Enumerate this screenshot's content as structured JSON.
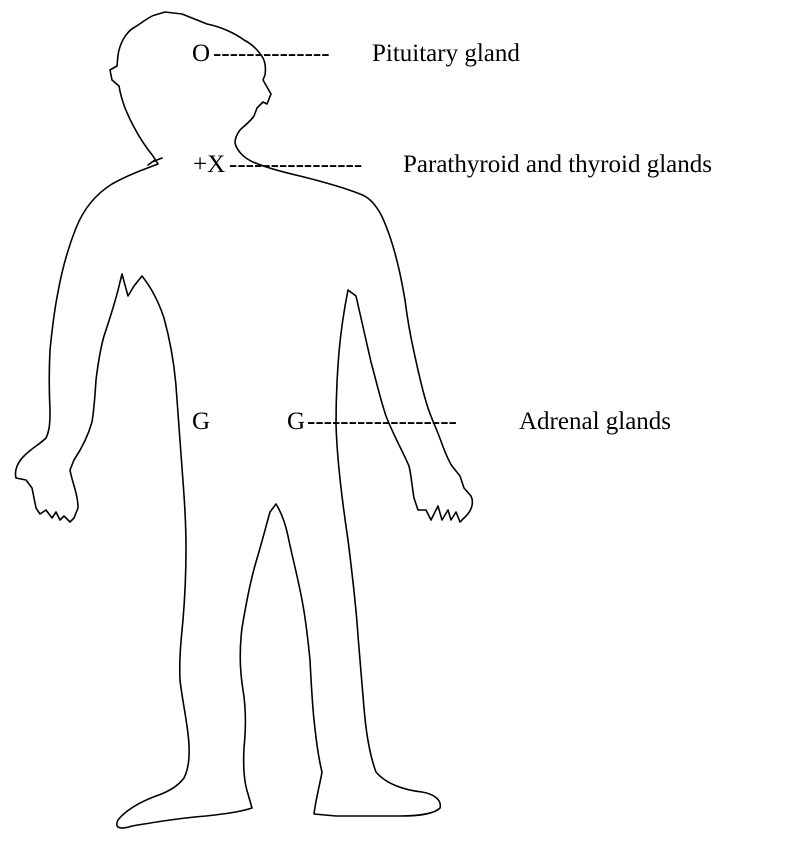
{
  "markers": {
    "pituitary": "O",
    "thyroid": "+X",
    "adrenal_left": "G",
    "adrenal_right": "G"
  },
  "leaders": {
    "pituitary": "--------------",
    "thyroid": "----------------",
    "adrenal": " ------------------"
  },
  "labels": {
    "pituitary": "Pituitary gland",
    "thyroid": "Parathyroid and thyroid glands",
    "adrenal": "Adrenal glands"
  },
  "colors": {
    "line": "#000000",
    "background": "#ffffff"
  }
}
